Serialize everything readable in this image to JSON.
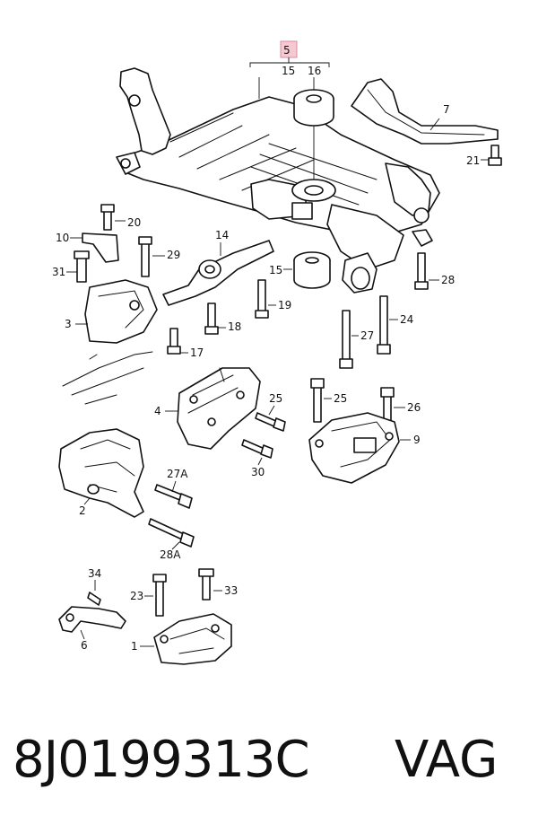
{
  "diagram": {
    "callouts": {
      "c5": "5",
      "c15a": "15",
      "c16": "16",
      "c7": "7",
      "c21": "21",
      "c20": "20",
      "c10": "10",
      "c29": "29",
      "c14": "14",
      "c31": "31",
      "c3": "3",
      "c18": "18",
      "c19": "19",
      "c15b": "15",
      "c28": "28",
      "c24": "24",
      "c27": "27",
      "c17": "17",
      "c25a": "25",
      "c26": "26",
      "c9": "9",
      "c4": "4",
      "c25b": "25",
      "c30": "30",
      "c27A": "27A",
      "c2": "2",
      "c28A": "28A",
      "c34": "34",
      "c23": "23",
      "c33": "33",
      "c6": "6",
      "c1": "1"
    },
    "highlight_color": "#f6c9d2"
  },
  "footer": {
    "part_number": "8J0199313C",
    "brand": "VAG"
  }
}
